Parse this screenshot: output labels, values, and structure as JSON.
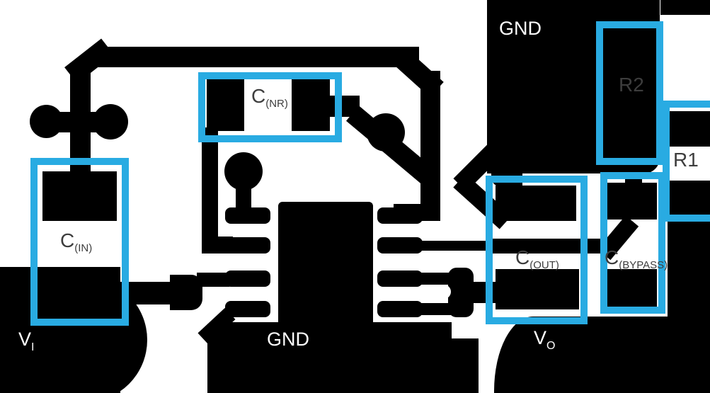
{
  "figure": {
    "type": "pcb-layout-diagram",
    "description": "LDO regulator printed-circuit-board layout with highlighted component placements"
  },
  "colors": {
    "copper": "#000000",
    "board": "#ffffff",
    "highlight": "#29abe2",
    "label_dark": "#3d3d3d",
    "label_light": "#ffffff"
  },
  "labels": {
    "gnd_plane_top": "GND",
    "gnd_plane_bottom": "GND",
    "input_voltage": {
      "main": "V",
      "sub": "I"
    },
    "output_voltage": {
      "main": "V",
      "sub": "O"
    },
    "input_cap": {
      "main": "C",
      "sub": "(IN)"
    },
    "nr_cap": {
      "main": "C",
      "sub": "(NR)"
    },
    "output_cap": {
      "main": "C",
      "sub": "(OUT)"
    },
    "bypass_cap": {
      "main": "C",
      "sub": "(BYPASS)"
    },
    "r1": "R1",
    "r2": "R2"
  }
}
